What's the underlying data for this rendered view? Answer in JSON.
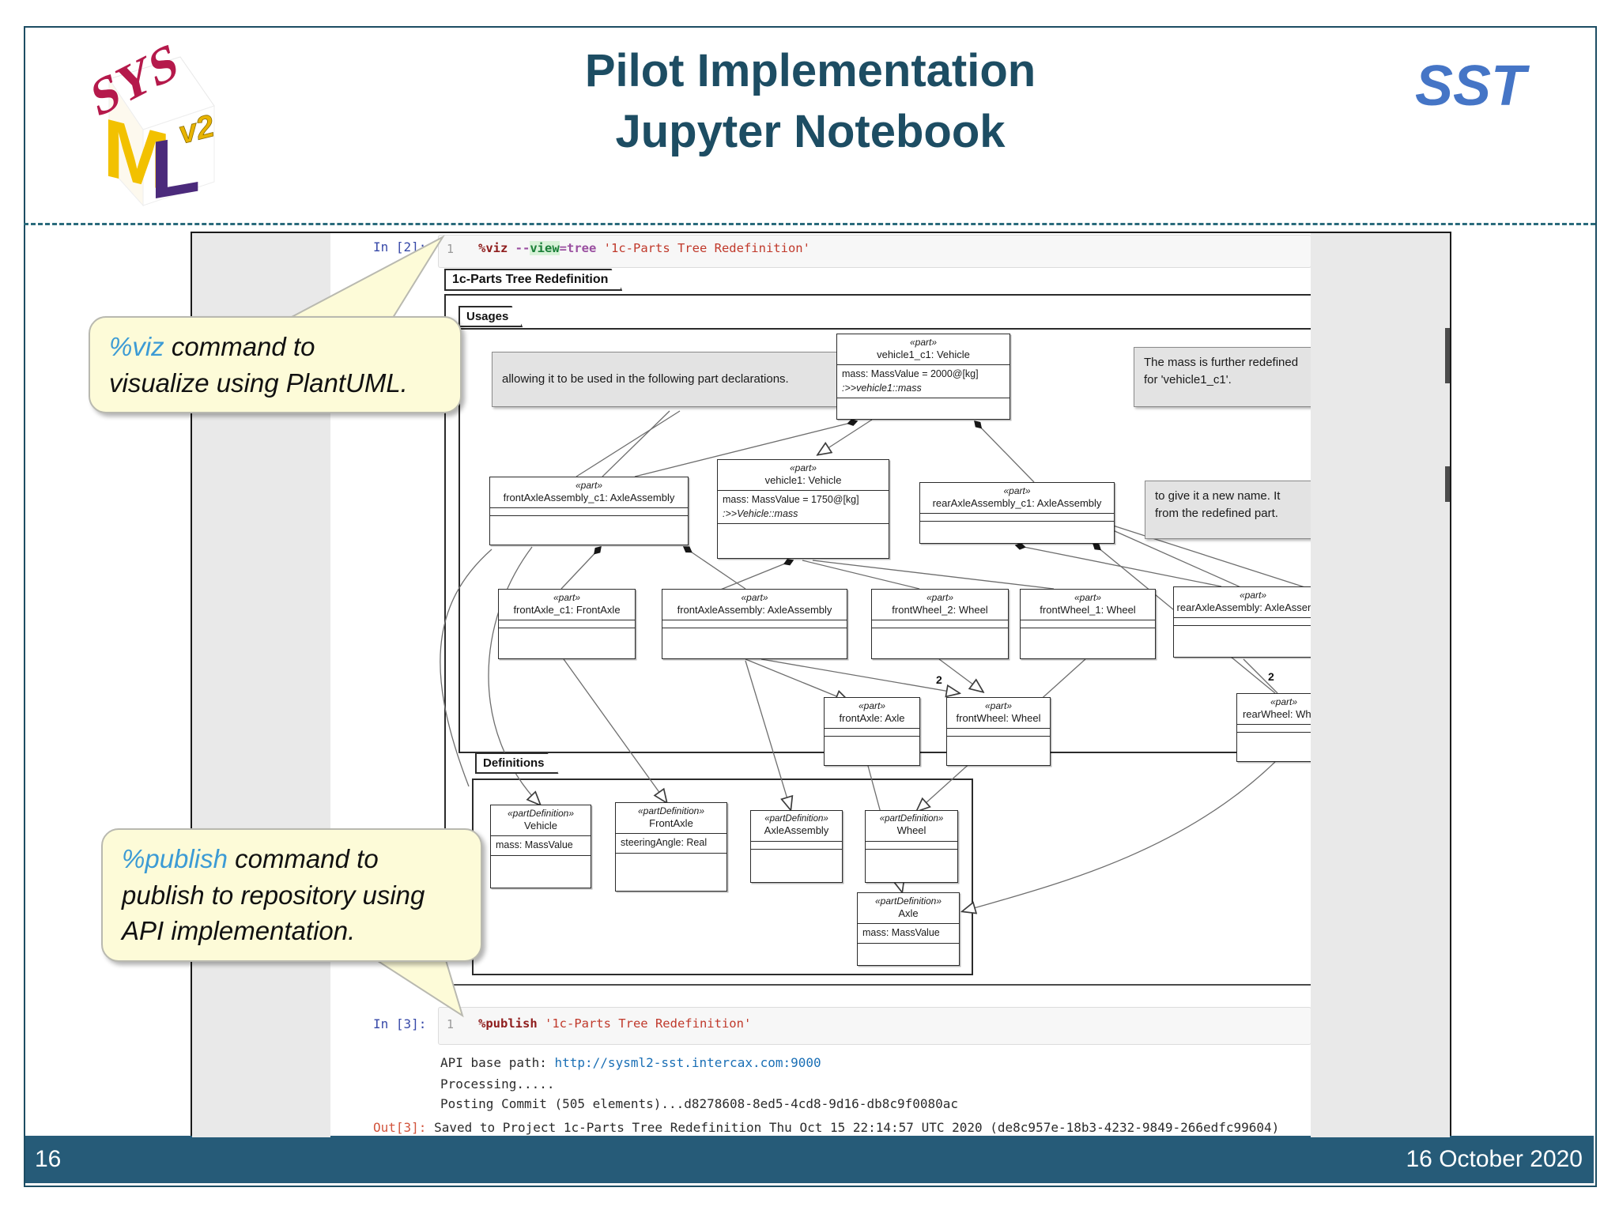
{
  "slide": {
    "title1": "Pilot Implementation",
    "title2": "Jupyter Notebook",
    "sst": "SST",
    "page": "16",
    "date": "16 October 2020",
    "logo": {
      "sys": "SYS",
      "m": "M",
      "l": "L",
      "v2": "v2"
    }
  },
  "callouts": {
    "viz_cmd": "%viz",
    "viz_l1": " command to",
    "viz_l2": "visualize using PlantUML.",
    "pub_cmd": "%publish",
    "pub_l1": " command to",
    "pub_l2": "publish to repository using",
    "pub_l3": "API implementation."
  },
  "nb": {
    "in2": {
      "prompt": "In [2]:",
      "ln": "1",
      "cmd": "%viz",
      "optdash": " --",
      "optname": "view",
      "opteq": "=tree",
      "str": " '1c-Parts Tree Redefinition'",
      "out_prompt": "Out["
    },
    "in3": {
      "prompt": "In [3]:",
      "ln": "1",
      "cmd": "%publish",
      "str": " '1c-Parts Tree Redefinition'"
    },
    "out3": {
      "api_label": "API base path: ",
      "api_url": "http://sysml2-sst.intercax.com:9000",
      "processing": "Processing.....",
      "posting": "Posting Commit (505 elements)...d8278608-8ed5-4cd8-9d16-db8c9f0080ac",
      "prompt": "Out[3]:",
      "saved": " Saved to Project 1c-Parts Tree Redefinition Thu Oct 15 22:14:57 UTC 2020 (de8c957e-18b3-4232-9849-266edfc99604)"
    }
  },
  "diagram": {
    "main_tab": "1c-Parts Tree Redefinition",
    "usages_tab": "Usages",
    "definitions_tab": "Definitions",
    "mult2": "2",
    "notes": {
      "n1": "allowing it to be used in the following part declarations.",
      "n2a": "The mass is further redefined",
      "n2b": "for 'vehicle1_c1'.",
      "n3a": "to give it a new name. It",
      "n3b": "from the redefined part."
    },
    "parts": {
      "vehicle1_c1": {
        "st": "«part»",
        "name": "vehicle1_c1: Vehicle",
        "a1": "mass: MassValue = 2000@[kg]",
        "a2": ":>>vehicle1::mass"
      },
      "fac1": {
        "st": "«part»",
        "name": "frontAxleAssembly_c1: AxleAssembly"
      },
      "vehicle1": {
        "st": "«part»",
        "name": "vehicle1: Vehicle",
        "a1": "mass: MassValue = 1750@[kg]",
        "a2": ":>>Vehicle::mass"
      },
      "rac1": {
        "st": "«part»",
        "name": "rearAxleAssembly_c1: AxleAssembly"
      },
      "fa_c1": {
        "st": "«part»",
        "name": "frontAxle_c1: FrontAxle"
      },
      "faa": {
        "st": "«part»",
        "name": "frontAxleAssembly: AxleAssembly"
      },
      "fw2": {
        "st": "«part»",
        "name": "frontWheel_2: Wheel"
      },
      "fw1": {
        "st": "«part»",
        "name": "frontWheel_1: Wheel"
      },
      "raa": {
        "st": "«part»",
        "name": "rearAxleAssembly: AxleAssembly"
      },
      "fa": {
        "st": "«part»",
        "name": "frontAxle: Axle"
      },
      "fw": {
        "st": "«part»",
        "name": "frontWheel: Wheel"
      },
      "rw": {
        "st": "«part»",
        "name": "rearWheel: Wheel"
      }
    },
    "defs": {
      "vehicle": {
        "st": "«partDefinition»",
        "name": "Vehicle",
        "a1": "mass: MassValue"
      },
      "frontaxle": {
        "st": "«partDefinition»",
        "name": "FrontAxle",
        "a1": "steeringAngle: Real"
      },
      "axleassembly": {
        "st": "«partDefinition»",
        "name": "AxleAssembly"
      },
      "wheel": {
        "st": "«partDefinition»",
        "name": "Wheel"
      },
      "axle": {
        "st": "«partDefinition»",
        "name": "Axle",
        "a1": "mass: MassValue"
      }
    }
  },
  "colors": {
    "title": "#1d4d63",
    "sst": "#4575c6",
    "footer_bar": "#265b78",
    "callout_bg": "#fdfbd8",
    "callout_accent": "#3c9bd5",
    "in_prompt": "#3749a8",
    "out_prompt": "#d2553d",
    "logo_red": "#b5194b",
    "logo_yellow": "#f2c100",
    "logo_purple": "#4b2a7b"
  }
}
